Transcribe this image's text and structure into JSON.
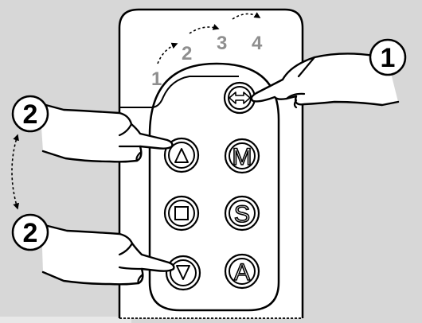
{
  "positions": [
    "1",
    "2",
    "3",
    "4"
  ],
  "steps": {
    "step1": "1",
    "step2_top": "2",
    "step2_bottom": "2"
  },
  "buttons": {
    "toggle": {
      "icon": "double-arrow-icon"
    },
    "up": {
      "icon": "triangle-up-icon"
    },
    "mode": {
      "label": "M"
    },
    "stop": {
      "icon": "square-icon"
    },
    "set": {
      "label": "S"
    },
    "down": {
      "icon": "triangle-down-icon"
    },
    "auto": {
      "label": "A"
    }
  },
  "colors": {
    "background": "#d7d7d7",
    "position_numbers": "#8f8f8f"
  }
}
